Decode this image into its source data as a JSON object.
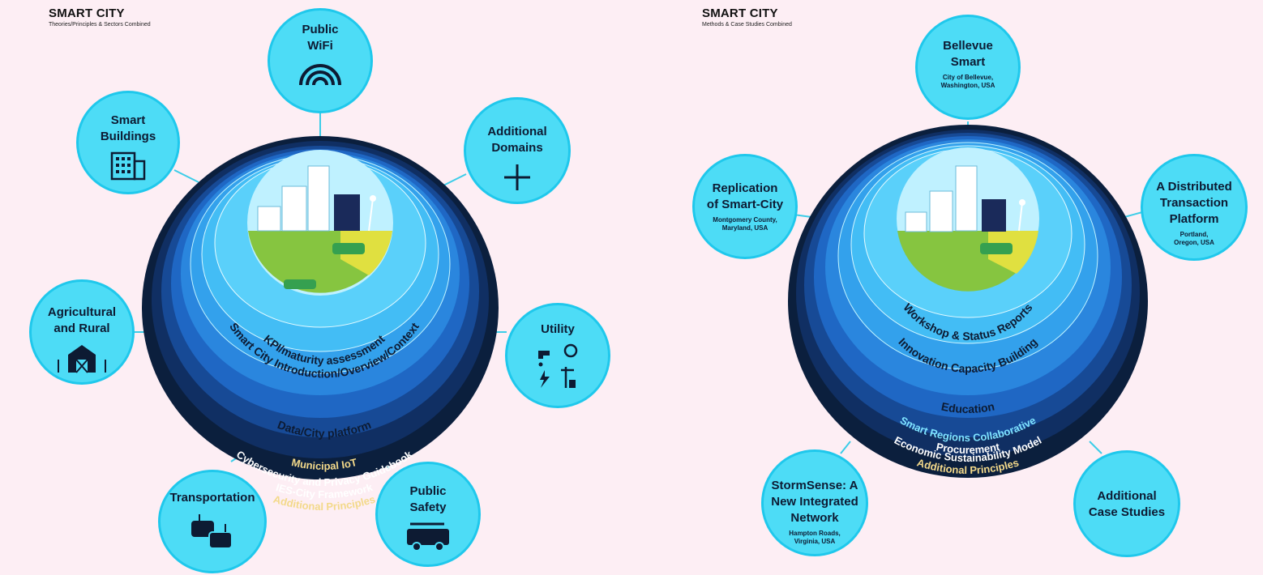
{
  "left": {
    "title": "SMART CITY",
    "subtitle": "Theories/Principles & Sectors Combined",
    "rings": [
      "KPI/maturity assessment",
      "Smart City Introduction/Overview/Context",
      "Data/City platform",
      "Municipal IoT",
      "Cybersecurity and Privacy Guidebook",
      "IES-City Framework",
      "Additional Principles"
    ],
    "bubbles": {
      "wifi": "Public\nWiFi",
      "buildings": "Smart\nBuildings",
      "domains": "Additional\nDomains",
      "agri": "Agricultural\nand Rural",
      "utility": "Utility",
      "transport": "Transportation",
      "safety": "Public\nSafety"
    }
  },
  "right": {
    "title": "SMART CITY",
    "subtitle": "Methods & Case Studies Combined",
    "rings": [
      "Workshop & Status Reports",
      "Innovation Capacity Building",
      "Education",
      "Smart Regions Collaborative",
      "Procurement",
      "Economic Sustainability Model",
      "Additional Principles"
    ],
    "bubbles": {
      "bellevue": {
        "title": "Bellevue\nSmart",
        "sub": "City of Bellevue,\nWashington, USA"
      },
      "replication": {
        "title": "Replication\nof Smart-City",
        "sub": "Montgomery County,\nMaryland, USA"
      },
      "distributed": {
        "title": "A Distributed\nTransaction\nPlatform",
        "sub": "Portland,\nOregon, USA"
      },
      "stormsense": {
        "title": "StormSense: A\nNew Integrated\nNetwork",
        "sub": "Hampton Roads,\nVirginia, USA"
      },
      "additional": {
        "title": "Additional\nCase Studies"
      }
    }
  },
  "colors": {
    "bubble": "#4ddcf6",
    "ring_outer": "#0b1f3d",
    "ring_inner": "#7fe3ff",
    "accent_text": "#f3d98a"
  },
  "icons": [
    "wifi-icon",
    "building-icon",
    "plus-icon",
    "barn-icon",
    "utility-icon",
    "cars-icon",
    "fire-truck-icon"
  ]
}
